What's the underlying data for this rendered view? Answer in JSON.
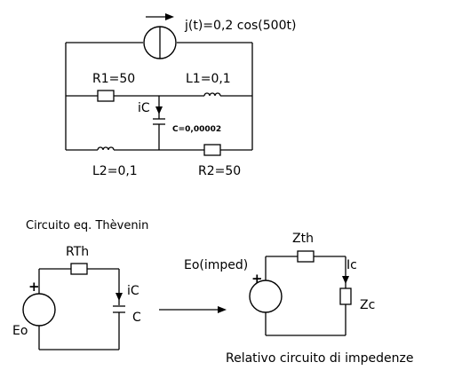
{
  "circuit1": {
    "source_label": "j(t)=0,2 cos(500t)",
    "r1_label": "R1=50",
    "l1_label": "L1=0,1",
    "ic_label": "iC",
    "c_label": "C=0,00002",
    "l2_label": "L2=0,1",
    "r2_label": "R2=50"
  },
  "thevenin": {
    "title": "Circuito eq. Thèvenin",
    "rth_label": "RTh",
    "plus_label": "+",
    "eo_label": "Eo",
    "ic_label": "iC",
    "c_label": "C"
  },
  "impedance": {
    "zth_label": "Zth",
    "eo_label": "Eo(imped)",
    "plus_label": "+",
    "ic_label": "Ic",
    "zc_label": "Zc",
    "caption": "Relativo circuito di impedenze"
  }
}
